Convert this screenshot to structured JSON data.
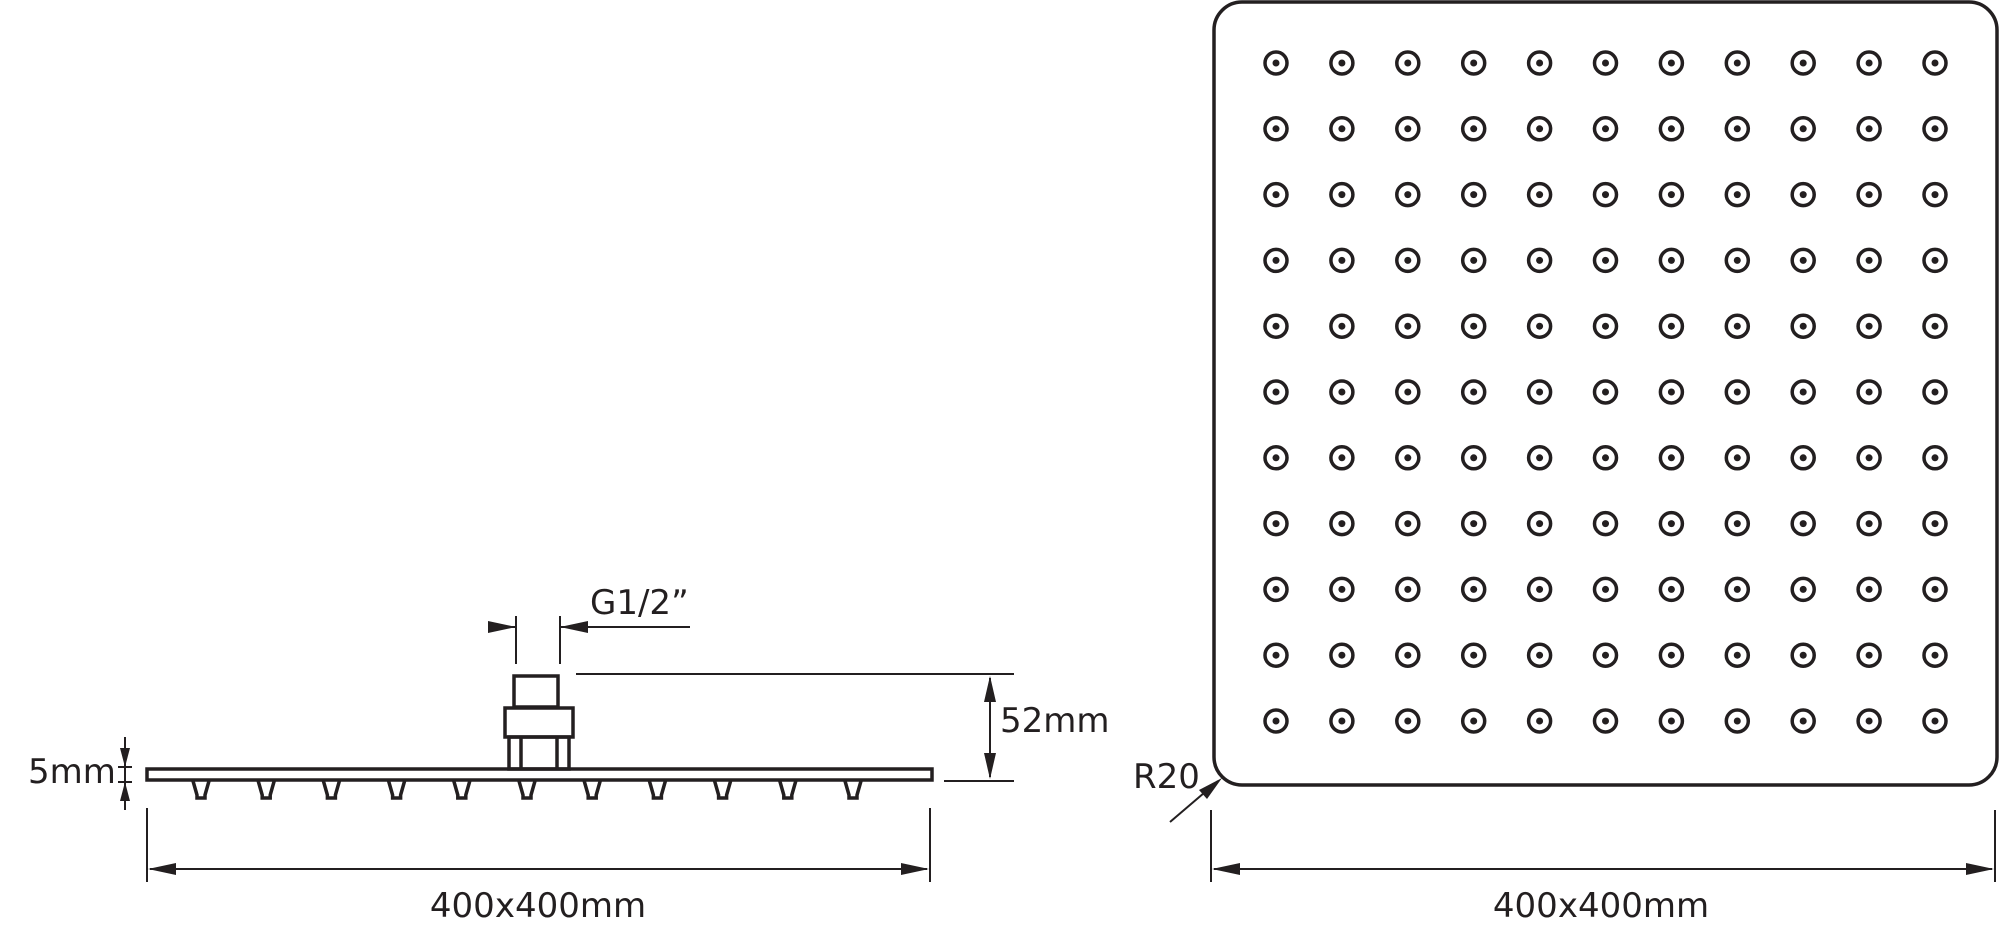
{
  "side_view": {
    "thread_label": "G1/2”",
    "height_label": "52mm",
    "thickness_label": "5mm",
    "width_label": "400x400mm",
    "nozzle_count": 11
  },
  "top_view": {
    "radius_label": "R20",
    "width_label": "400x400mm",
    "nozzle_rows": 11,
    "nozzle_cols": 11
  },
  "colors": {
    "line": "#231f20",
    "background": "#ffffff"
  }
}
